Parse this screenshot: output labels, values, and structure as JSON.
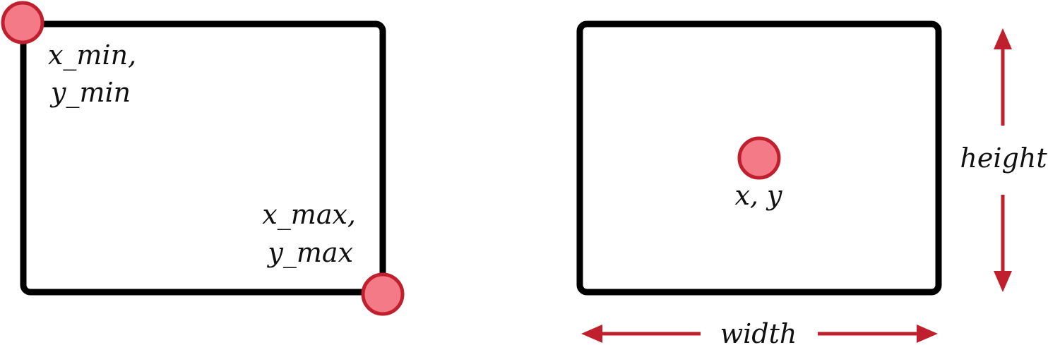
{
  "colors": {
    "box_stroke": "#000000",
    "accent": "#c0202e",
    "point_fill": "#f47a88",
    "text": "#111111"
  },
  "left_box": {
    "min_label_line1": "x_min,",
    "min_label_line2": "y_min",
    "max_label_line1": "x_max,",
    "max_label_line2": "y_max"
  },
  "right_box": {
    "center_label": "x, y",
    "width_label": "width",
    "height_label": "height"
  }
}
